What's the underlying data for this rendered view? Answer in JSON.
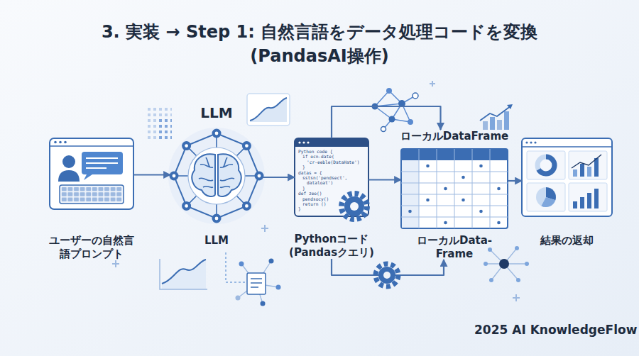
{
  "diagram": {
    "title": "3. 実装 → Step 1: 自然言語をデータ処理コードを変換 (PandasAI操作)",
    "nodes": [
      {
        "text": [
          "ユーザーの自然言語プロンプト"
        ]
      },
      {
        "text": [
          "LLM",
          "LLM"
        ]
      },
      {
        "text": [
          "Python code {",
          "if ocn-date(",
          "'cr-eeble(DataHate')",
          "}",
          "datas = {",
          "sstsn('pendsect',",
          "dataloat')",
          "}",
          "def zeo()",
          "pendsocy()",
          "return ()",
          "}",
          "Pythonコード (Pandasクエリ)"
        ]
      },
      {
        "text": [
          "ローカルDataFrame",
          "ローカルData- Frame"
        ]
      },
      {
        "text": [
          "結果の返却"
        ]
      }
    ],
    "edges": [
      {
        "from": 0,
        "to": 1,
        "arrow": "to"
      },
      {
        "from": 1,
        "to": 2,
        "arrow": "to"
      },
      {
        "from": 2,
        "to": 3,
        "arrow": "to"
      },
      {
        "from": 2,
        "to": 3,
        "arrow": "to"
      },
      {
        "from": 2,
        "to": 3,
        "arrow": "to"
      },
      {
        "from": 3,
        "to": 4,
        "arrow": "to"
      }
    ],
    "labels": [
      "2025 AI KnowledgeFlow"
    ]
  }
}
